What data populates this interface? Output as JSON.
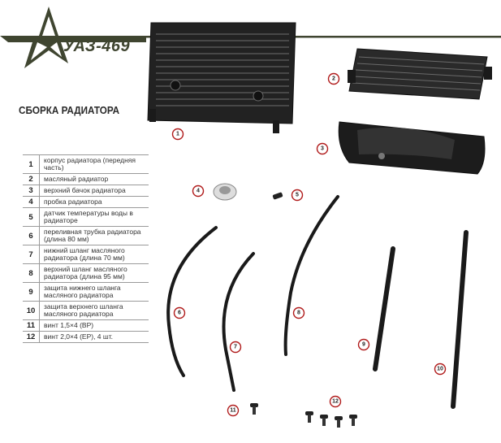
{
  "header": {
    "brand_title": "УАЗ-469",
    "banner_color": "#3f4530"
  },
  "section_title": "СБОРКА РАДИАТОРА",
  "parts": [
    {
      "num": "1",
      "name": "корпус радиатора (передняя часть)"
    },
    {
      "num": "2",
      "name": "масляный радиатор"
    },
    {
      "num": "3",
      "name": "верхний бачок радиатора"
    },
    {
      "num": "4",
      "name": "пробка радиатора"
    },
    {
      "num": "5",
      "name": "датчик температуры воды в радиаторе"
    },
    {
      "num": "6",
      "name": "переливная трубка радиатора (длина 80 мм)"
    },
    {
      "num": "7",
      "name": "нижний шланг масляного радиатора (длина 70 мм)"
    },
    {
      "num": "8",
      "name": "верхний шланг масляного радиатора (длина 95 мм)"
    },
    {
      "num": "9",
      "name": "защита нижнего шланга масляного радиатора"
    },
    {
      "num": "10",
      "name": "защита верхнего шланга масляного радиатора"
    },
    {
      "num": "11",
      "name": "винт 1,5×4 (ВР)"
    },
    {
      "num": "12",
      "name": "винт 2,0×4 (ЕР), 4 шт."
    }
  ],
  "callouts": [
    "1",
    "2",
    "3",
    "4",
    "5",
    "6",
    "7",
    "8",
    "9",
    "10",
    "11",
    "12"
  ],
  "colors": {
    "callout_ring": "#b01b1b",
    "part_dark": "#1e1e1e"
  }
}
